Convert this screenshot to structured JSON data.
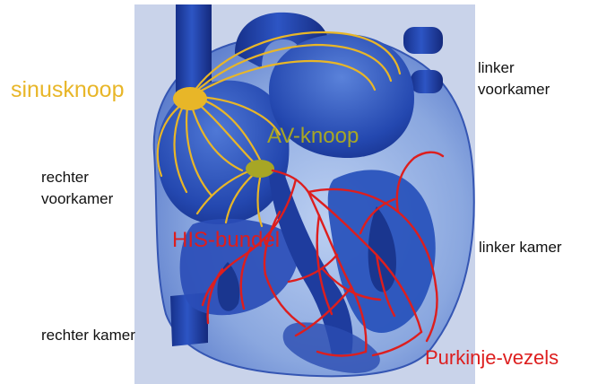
{
  "labels": {
    "sinusknoop": "sinusknoop",
    "av_knoop": "AV-knoop",
    "his_bundel": "HIS-bundel",
    "purkinje_vezels": "Purkinje-vezels",
    "linker_voorkamer_l1": "linker",
    "linker_voorkamer_l2": "voorkamer",
    "rechter_voorkamer_l1": "rechter",
    "rechter_voorkamer_l2": "voorkamer",
    "linker_kamer": "linker kamer",
    "rechter_kamer": "rechter kamer"
  },
  "colors": {
    "conduction_yellow": "#e8b628",
    "av_node_olive": "#a7a625",
    "purkinje_red": "#dd1e1e",
    "heart_blue": "#1d3fa0",
    "heart_light": "#93aee0",
    "backdrop": "#c9d3ea",
    "label_black": "#111111"
  }
}
